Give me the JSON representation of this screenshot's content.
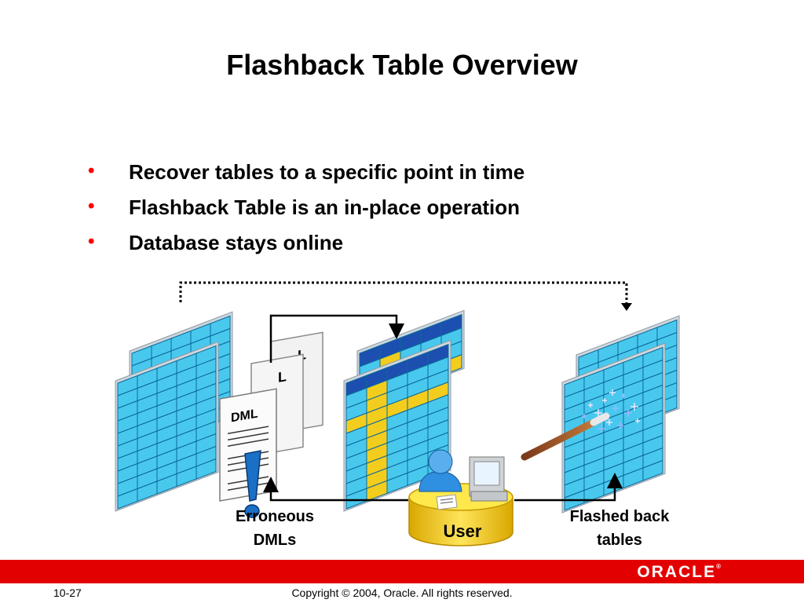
{
  "slide": {
    "title": "Flashback Table Overview",
    "bullets": [
      "Recover tables to a specific point in time",
      "Flashback Table is an in-place operation",
      "Database stays online"
    ]
  },
  "diagram": {
    "dml_label": "DML",
    "dml_partial_label": "L",
    "user_label": "User",
    "label_erroneous_line1": "Erroneous",
    "label_erroneous_line2": "DMLs",
    "label_flashed_line1": "Flashed back",
    "label_flashed_line2": "tables"
  },
  "footer": {
    "brand": "ORACLE",
    "brand_mark": "®",
    "page_number": "10-27",
    "copyright": "Copyright © 2004, Oracle.  All rights reserved."
  },
  "colors": {
    "table_cell": "#49c8ee",
    "table_grid": "#0a6a99",
    "changed_cell": "#f3cd1d",
    "header_cell": "#1d4fb0",
    "accent_red": "#e30000"
  }
}
